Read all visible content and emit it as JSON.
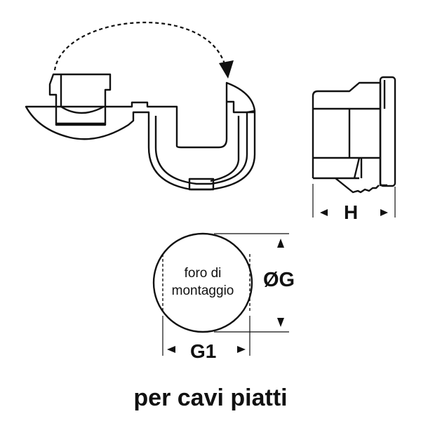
{
  "labels": {
    "mounting_hole": "foro di montaggio",
    "mounting_hole_line1": "foro di",
    "mounting_hole_line2": "montaggio",
    "dimension_height": "H",
    "dimension_diameter": "ØG",
    "dimension_width": "G1",
    "caption": "per cavi piatti"
  },
  "colors": {
    "stroke": "#111111",
    "background": "#ffffff"
  }
}
